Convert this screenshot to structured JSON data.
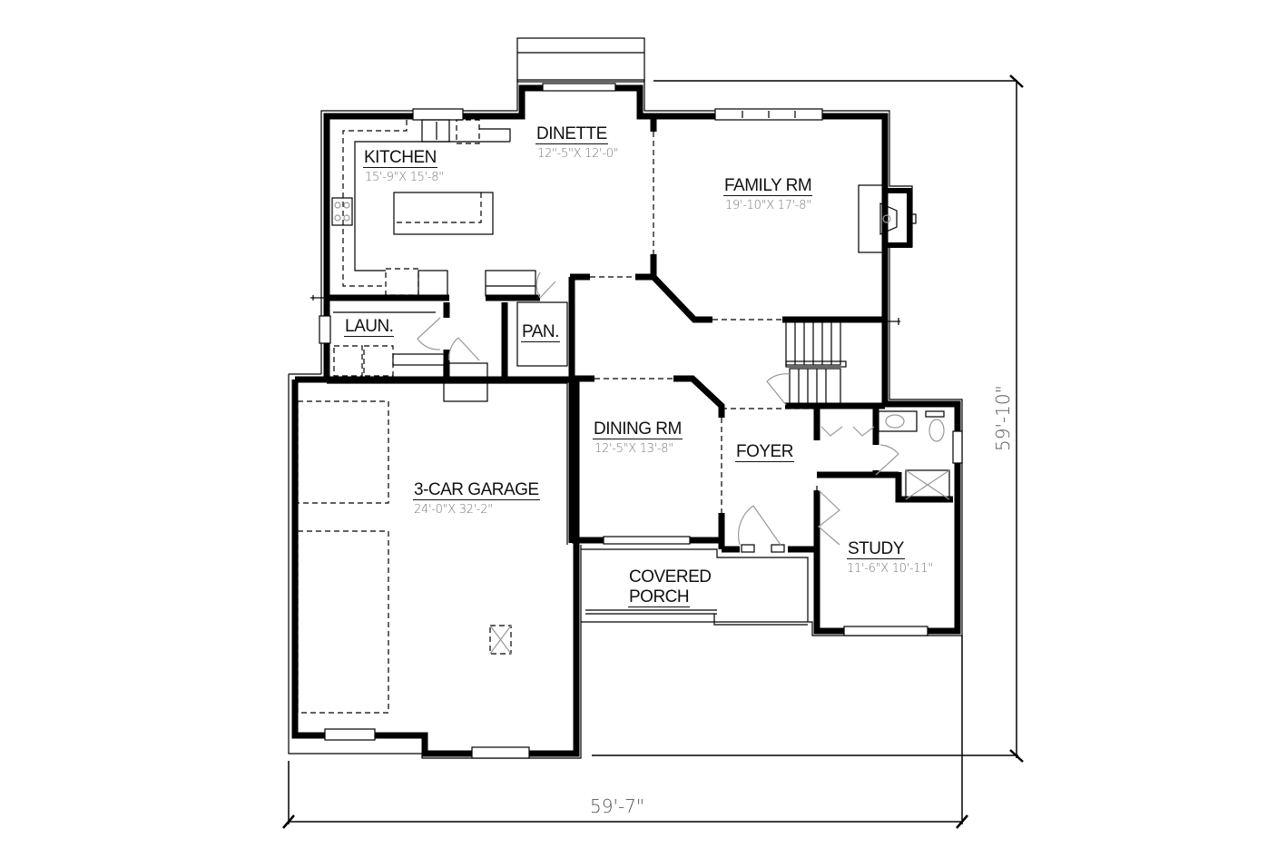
{
  "plan": {
    "overall_width": "59'-7\"",
    "overall_depth": "59'-10\"",
    "wall_color": "#000000",
    "dimension_text_color": "#555555"
  },
  "rooms": {
    "kitchen": {
      "name": "KITCHEN",
      "size": "15'-9\"X 15'-8\""
    },
    "dinette": {
      "name": "DINETTE",
      "size": "12\"-5\"X 12'-0\""
    },
    "family": {
      "name": "FAMILY RM",
      "size": "19'-10\"X 17'-8\""
    },
    "laundry": {
      "name": "LAUN."
    },
    "pantry": {
      "name": "PAN."
    },
    "dining": {
      "name": "DINING RM",
      "size": "12'-5\"X 13'-8\""
    },
    "foyer": {
      "name": "FOYER"
    },
    "garage": {
      "name": "3-CAR GARAGE",
      "size": "24'-0\"X 32'-2\""
    },
    "porch": {
      "name_line1": "COVERED",
      "name_line2": "PORCH"
    },
    "study": {
      "name": "STUDY",
      "size": "11'-6\"X 10'-11\""
    }
  }
}
